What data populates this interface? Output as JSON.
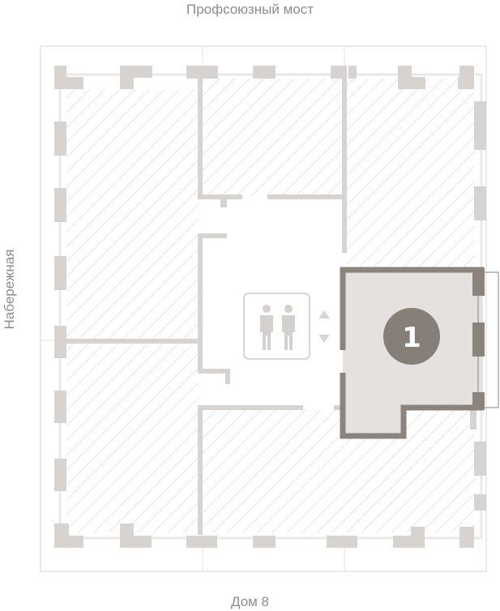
{
  "labels": {
    "top": "Профсоюзный мост",
    "left": "Набережная",
    "bottom": "Дом 8"
  },
  "unit": {
    "number": "1"
  },
  "icons": {
    "elevator": "elevator-icon",
    "arrows": "up-down-arrows-icon"
  },
  "colors": {
    "wall": "#d6d3d0",
    "unit_fill": "#e4e1de",
    "unit_wall": "#8a847d",
    "badge": "#867f78",
    "hatch": "#d9d6d3"
  }
}
